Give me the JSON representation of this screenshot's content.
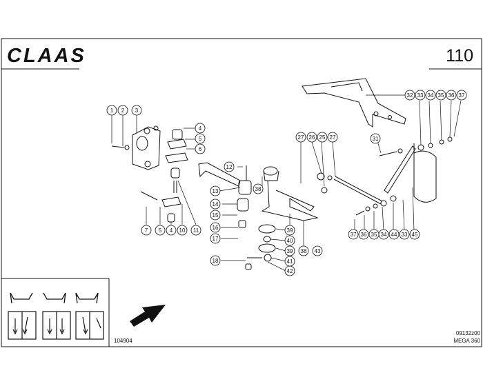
{
  "header": {
    "brand": "CLAAS",
    "page_number": "110"
  },
  "footer": {
    "left_code": "104904",
    "right_code": "09132z00",
    "model": "MEGA 360"
  },
  "callouts": [
    {
      "label": "1"
    },
    {
      "label": "2"
    },
    {
      "label": "3"
    },
    {
      "label": "4"
    },
    {
      "label": "5"
    },
    {
      "label": "6"
    },
    {
      "label": "4"
    },
    {
      "label": "5"
    },
    {
      "label": "7"
    },
    {
      "label": "10"
    },
    {
      "label": "11"
    },
    {
      "label": "12"
    },
    {
      "label": "13"
    },
    {
      "label": "14"
    },
    {
      "label": "15"
    },
    {
      "label": "16"
    },
    {
      "label": "17"
    },
    {
      "label": "18"
    },
    {
      "label": "38"
    },
    {
      "label": "39"
    },
    {
      "label": "40"
    },
    {
      "label": "39"
    },
    {
      "label": "41"
    },
    {
      "label": "42"
    },
    {
      "label": "38"
    },
    {
      "label": "43"
    },
    {
      "label": "27"
    },
    {
      "label": "26"
    },
    {
      "label": "25"
    },
    {
      "label": "27"
    },
    {
      "label": "31"
    },
    {
      "label": "32"
    },
    {
      "label": "33"
    },
    {
      "label": "34"
    },
    {
      "label": "35"
    },
    {
      "label": "36"
    },
    {
      "label": "37"
    },
    {
      "label": "37"
    },
    {
      "label": "36"
    },
    {
      "label": "35"
    },
    {
      "label": "34"
    },
    {
      "label": "44"
    },
    {
      "label": "33"
    },
    {
      "label": "45"
    }
  ]
}
